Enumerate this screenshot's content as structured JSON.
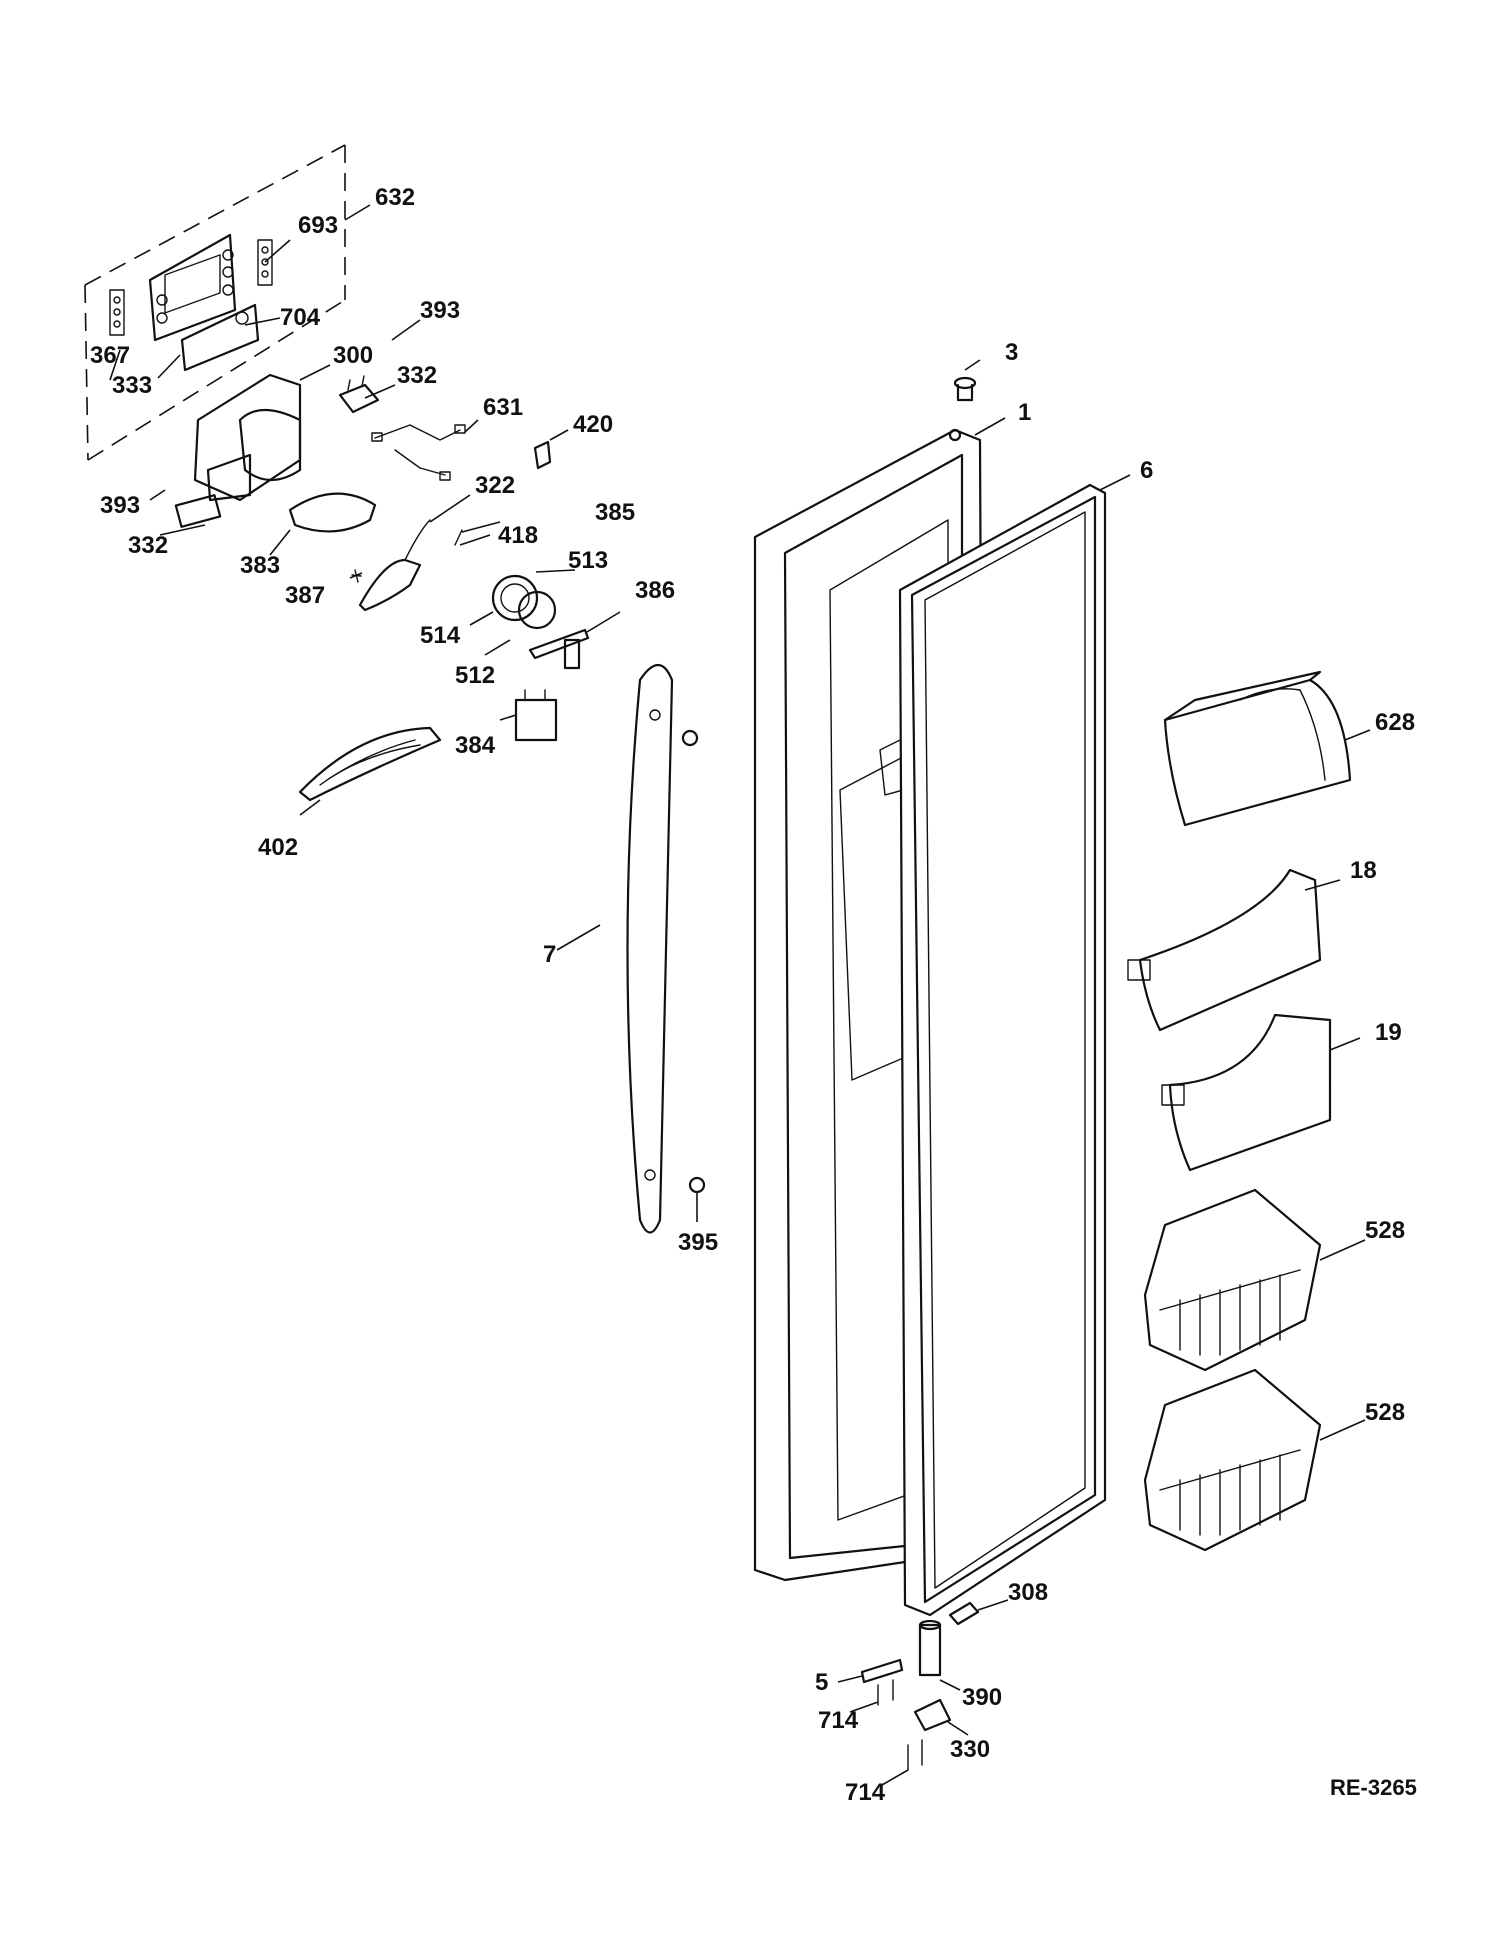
{
  "diagram": {
    "reference_code": "RE-3265",
    "labels": {
      "p632": "632",
      "p693": "693",
      "p367": "367",
      "p704": "704",
      "p333": "333",
      "p393a": "393",
      "p300": "300",
      "p332a": "332",
      "p631": "631",
      "p420": "420",
      "p393b": "393",
      "p322": "322",
      "p332b": "332",
      "p385": "385",
      "p418": "418",
      "p383": "383",
      "p513": "513",
      "p387": "387",
      "p386": "386",
      "p514": "514",
      "p512": "512",
      "p384": "384",
      "p402": "402",
      "p3": "3",
      "p1": "1",
      "p6": "6",
      "p628": "628",
      "p18": "18",
      "p7": "7",
      "p19": "19",
      "p395": "395",
      "p528a": "528",
      "p528b": "528",
      "p308": "308",
      "p5": "5",
      "p390": "390",
      "p714a": "714",
      "p330": "330",
      "p714b": "714"
    }
  }
}
